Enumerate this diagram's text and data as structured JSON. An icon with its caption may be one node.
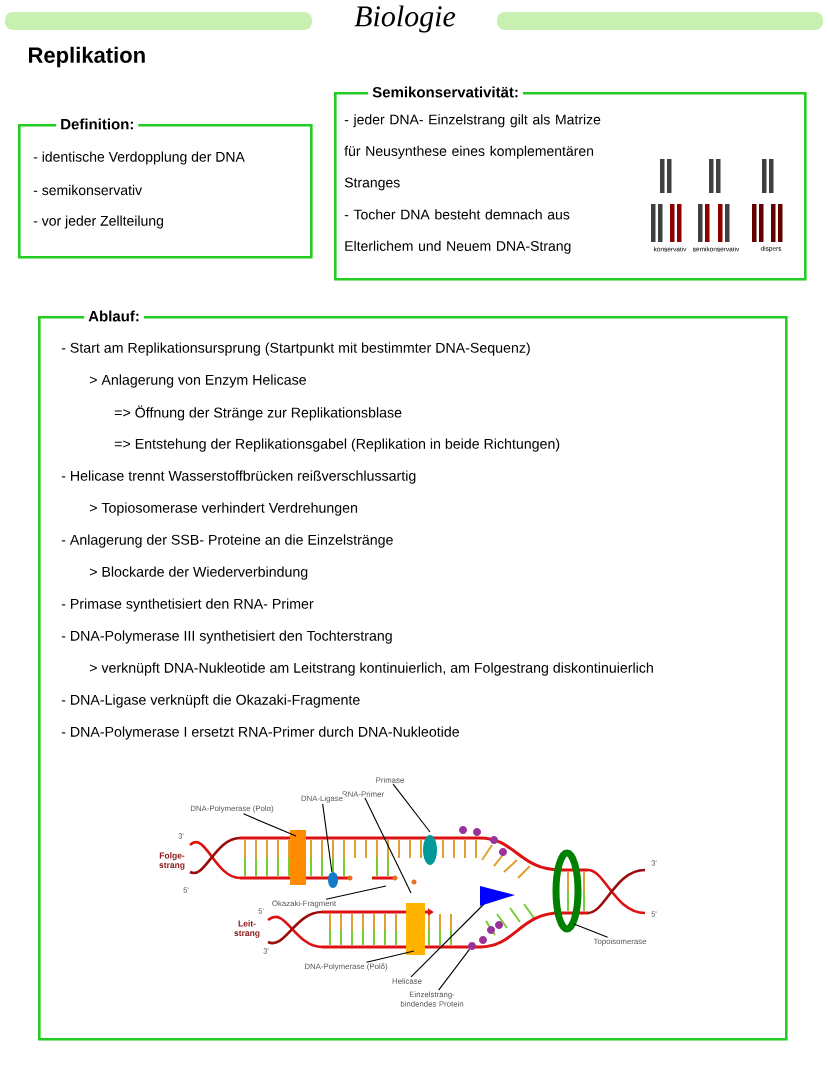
{
  "diagram": {
    "title": "Biologie",
    "nodes": [
      {
        "text": [
          "Definition:",
          "- identische Verdopplung der DNA",
          "- semikonservativ",
          "- vor jeder Zellteilung"
        ]
      },
      {
        "text": [
          "Semikonservativität:",
          "- jeder DNA- Einzelstrang gilt als Matrize für Neusynthese eines komplementären Stranges",
          "- Tocher DNA besteht demnach aus Elterlichem und Neuem DNA-Strang"
        ]
      },
      {
        "text": [
          "Ablauf:",
          "- Start am Replikationsursprung (Startpunkt mit bestimmter DNA-Sequenz)",
          "> Anlagerung von Enzym Helicase",
          "=> Öffnung der Stränge zur Replikationsblase",
          "=> Entstehung der Replikationsgabel (Replikation in beide Richtungen)",
          "- Helicase trennt Wasserstoffbrücken reißverschlussartig",
          "> Topiosomerase verhindert Verdrehungen",
          "- Anlagerung der SSB- Proteine an die Einzelstränge",
          "> Blockarde der Wiederverbindung",
          "- Primase synthetisiert den RNA- Primer",
          "- DNA-Polymerase III synthetisiert den Tochterstrang",
          "> verknüpft DNA-Nukleotide am Leitstrang kontinuierlich, am Folgestrang diskontinuierlich",
          "- DNA-Ligase verknüpft die Okazaki-Fragmente",
          "- DNA-Polymerase I ersetzt RNA-Primer durch DNA-Nukleotide"
        ]
      },
      {
        "text": [
          "Primase"
        ],
        "in": 2
      },
      {
        "text": [
          "RNA-Primer"
        ],
        "in": 2
      },
      {
        "text": [
          "DNA-Ligase"
        ],
        "in": 2
      },
      {
        "text": [
          "DNA-Polymerase (Polα)"
        ],
        "in": 2
      },
      {
        "text": [
          "Okazaki-Fragment"
        ],
        "in": 2
      },
      {
        "text": [
          "DNA-Polymerase (Polδ)"
        ],
        "in": 2
      },
      {
        "text": [
          "Helicase"
        ],
        "in": 2
      },
      {
        "text": [
          "Einzelstrang- bindendes Protein"
        ],
        "in": 2
      },
      {
        "text": [
          "Topoisomerase"
        ],
        "in": 2
      },
      {
        "text": [],
        "shape": "circle",
        "in": 2
      },
      {
        "text": [],
        "shape": "circle",
        "in": 2
      }
    ],
    "edges": [
      {
        "from": 3,
        "to": null,
        "arrow": "none"
      },
      {
        "from": 4,
        "to": null,
        "arrow": "none"
      },
      {
        "from": 5,
        "to": 12,
        "arrow": "none"
      },
      {
        "from": 6,
        "to": null,
        "arrow": "none"
      },
      {
        "from": 7,
        "to": null,
        "arrow": "none"
      },
      {
        "from": 8,
        "to": null,
        "arrow": "none"
      },
      {
        "from": 9,
        "to": null,
        "arrow": "none"
      },
      {
        "from": 10,
        "to": 13,
        "arrow": "none"
      },
      {
        "from": 11,
        "to": null,
        "arrow": "none"
      }
    ],
    "labels": [
      "Replikation",
      "konservativ",
      "semikonservativ",
      "dispers",
      "3'",
      "Folge- strang",
      "3'",
      "5'",
      "5'",
      "5'",
      "Leit- strang",
      "3'"
    ]
  }
}
